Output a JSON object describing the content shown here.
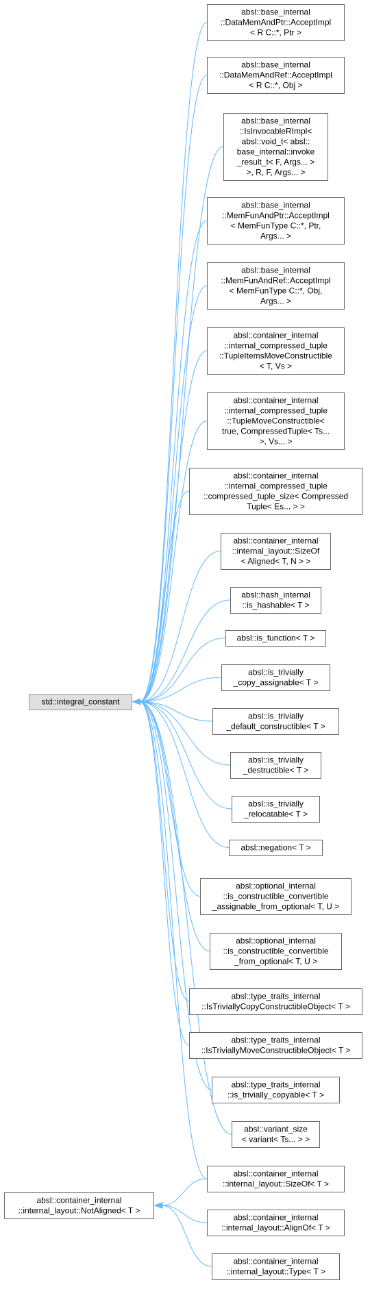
{
  "nodes": [
    {
      "id": "integral_constant",
      "lines": [
        "std::integral_constant"
      ],
      "root": true
    },
    {
      "id": "notaligned",
      "lines": [
        "absl::container_internal",
        "::internal_layout::NotAligned< T >"
      ],
      "root": false
    },
    {
      "id": "n1",
      "lines": [
        "absl::base_internal",
        "::DataMemAndPtr::AcceptImpl",
        "< R C::*, Ptr >"
      ]
    },
    {
      "id": "n2",
      "lines": [
        "absl::base_internal",
        "::DataMemAndRef::AcceptImpl",
        "< R C::*, Obj >"
      ]
    },
    {
      "id": "n3",
      "lines": [
        "absl::base_internal",
        "::IsInvocableRImpl<",
        "absl::void_t< absl::",
        "base_internal::invoke",
        "_result_t< F, Args... >",
        ">, R, F, Args... >"
      ]
    },
    {
      "id": "n4",
      "lines": [
        "absl::base_internal",
        "::MemFunAndPtr::AcceptImpl",
        "< MemFunType C::*, Ptr,",
        "Args... >"
      ]
    },
    {
      "id": "n5",
      "lines": [
        "absl::base_internal",
        "::MemFunAndRef::AcceptImpl",
        "< MemFunType C::*, Obj,",
        "Args... >"
      ]
    },
    {
      "id": "n6",
      "lines": [
        "absl::container_internal",
        "::internal_compressed_tuple",
        "::TupleItemsMoveConstructible",
        "< T, Vs >"
      ]
    },
    {
      "id": "n7",
      "lines": [
        "absl::container_internal",
        "::internal_compressed_tuple",
        "::TupleMoveConstructible<",
        "true, CompressedTuple< Ts...",
        ">, Vs... >"
      ]
    },
    {
      "id": "n8",
      "lines": [
        "absl::container_internal",
        "::internal_compressed_tuple",
        "::compressed_tuple_size< Compressed",
        "Tuple< Es... > >"
      ]
    },
    {
      "id": "n9",
      "lines": [
        "absl::container_internal",
        "::internal_layout::SizeOf",
        "< Aligned< T, N > >"
      ]
    },
    {
      "id": "n10",
      "lines": [
        "absl::hash_internal",
        "::is_hashable< T >"
      ]
    },
    {
      "id": "n11",
      "lines": [
        "absl::is_function< T >"
      ]
    },
    {
      "id": "n12",
      "lines": [
        "absl::is_trivially",
        "_copy_assignable< T >"
      ]
    },
    {
      "id": "n13",
      "lines": [
        "absl::is_trivially",
        "_default_constructible< T >"
      ]
    },
    {
      "id": "n14",
      "lines": [
        "absl::is_trivially",
        "_destructible< T >"
      ]
    },
    {
      "id": "n15",
      "lines": [
        "absl::is_trivially",
        "_relocatable< T >"
      ]
    },
    {
      "id": "n16",
      "lines": [
        "absl::negation< T >"
      ]
    },
    {
      "id": "n17",
      "lines": [
        "absl::optional_internal",
        "::is_constructible_convertible",
        "_assignable_from_optional< T, U >"
      ]
    },
    {
      "id": "n18",
      "lines": [
        "absl::optional_internal",
        "::is_constructible_convertible",
        "_from_optional< T, U >"
      ]
    },
    {
      "id": "n19",
      "lines": [
        "absl::type_traits_internal",
        "::IsTriviallyCopyConstructibleObject< T >"
      ]
    },
    {
      "id": "n20",
      "lines": [
        "absl::type_traits_internal",
        "::IsTriviallyMoveConstructibleObject< T >"
      ]
    },
    {
      "id": "n21",
      "lines": [
        "absl::type_traits_internal",
        "::is_trivially_copyable< T >"
      ]
    },
    {
      "id": "n22",
      "lines": [
        "absl::variant_size",
        "< variant< Ts... > >"
      ]
    },
    {
      "id": "n23",
      "lines": [
        "absl::container_internal",
        "::internal_layout::SizeOf< T >"
      ]
    },
    {
      "id": "n24",
      "lines": [
        "absl::container_internal",
        "::internal_layout::AlignOf< T >"
      ]
    },
    {
      "id": "n25",
      "lines": [
        "absl::container_internal",
        "::internal_layout::Type< T >"
      ]
    }
  ],
  "edges": [
    {
      "from": "n1",
      "to": "integral_constant"
    },
    {
      "from": "n2",
      "to": "integral_constant"
    },
    {
      "from": "n3",
      "to": "integral_constant"
    },
    {
      "from": "n4",
      "to": "integral_constant"
    },
    {
      "from": "n5",
      "to": "integral_constant"
    },
    {
      "from": "n6",
      "to": "integral_constant"
    },
    {
      "from": "n7",
      "to": "integral_constant"
    },
    {
      "from": "n8",
      "to": "integral_constant"
    },
    {
      "from": "n9",
      "to": "integral_constant"
    },
    {
      "from": "n10",
      "to": "integral_constant"
    },
    {
      "from": "n11",
      "to": "integral_constant"
    },
    {
      "from": "n12",
      "to": "integral_constant"
    },
    {
      "from": "n13",
      "to": "integral_constant"
    },
    {
      "from": "n14",
      "to": "integral_constant"
    },
    {
      "from": "n15",
      "to": "integral_constant"
    },
    {
      "from": "n16",
      "to": "integral_constant"
    },
    {
      "from": "n17",
      "to": "integral_constant"
    },
    {
      "from": "n18",
      "to": "integral_constant"
    },
    {
      "from": "n19",
      "to": "integral_constant"
    },
    {
      "from": "n20",
      "to": "integral_constant"
    },
    {
      "from": "n21",
      "to": "integral_constant"
    },
    {
      "from": "n22",
      "to": "integral_constant"
    },
    {
      "from": "n23",
      "to": "integral_constant"
    },
    {
      "from": "n23",
      "to": "notaligned"
    },
    {
      "from": "n24",
      "to": "notaligned"
    },
    {
      "from": "n25",
      "to": "notaligned"
    }
  ],
  "colors": {
    "edge": "#63b8ff",
    "node_border": "#666666",
    "root_fill": "#e0e0e0",
    "root_border": "#999999"
  }
}
